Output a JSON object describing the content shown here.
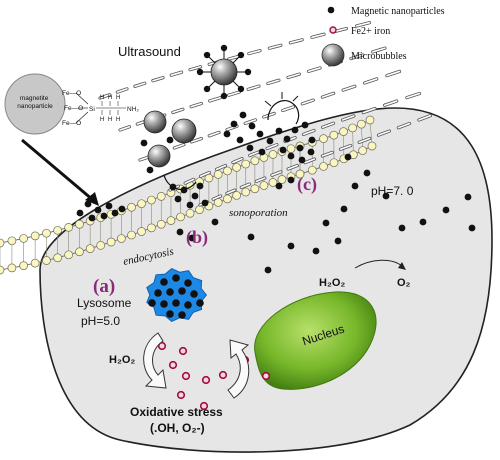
{
  "legend": {
    "nanoparticles": "Magnetic nanoparticles",
    "iron": "Fe2+ iron",
    "microbubbles": "Microbubbles"
  },
  "labels": {
    "ultrasound": "Ultrasound",
    "magnetite": "magnetite\nnanoparticle",
    "fe_o": "Fe—O",
    "si": "Si",
    "nh2": "NH₂",
    "h_atom": "H",
    "endocytosis": "endocytosis",
    "sonoporation": "sonoporation",
    "route_a": "(a)",
    "route_b": "(b)",
    "route_c": "(c)",
    "ph_cell": "pH=7. 0",
    "lysosome": "Lysosome",
    "ph_lysosome": "pH=5.0",
    "h2o2_right": "H₂O₂",
    "o2": "O₂",
    "h2o2_left": "H₂O₂",
    "nucleus": "Nucleus",
    "oxidative_title": "Oxidative stress",
    "oxidative_species": "(.OH, O₂-)"
  },
  "colors": {
    "cell_fill": "#e6e6e6",
    "membrane_head": "#fbf6c0",
    "membrane_line": "#7a7a6a",
    "lysosome": "#1e88e5",
    "nucleus": "#77b72a",
    "nucleus_dark": "#4f8a14",
    "route_label": "#8a2a7a",
    "particle": "#111111",
    "iron_ring": "#a0103a",
    "iron_fill": "#f6d6de"
  }
}
